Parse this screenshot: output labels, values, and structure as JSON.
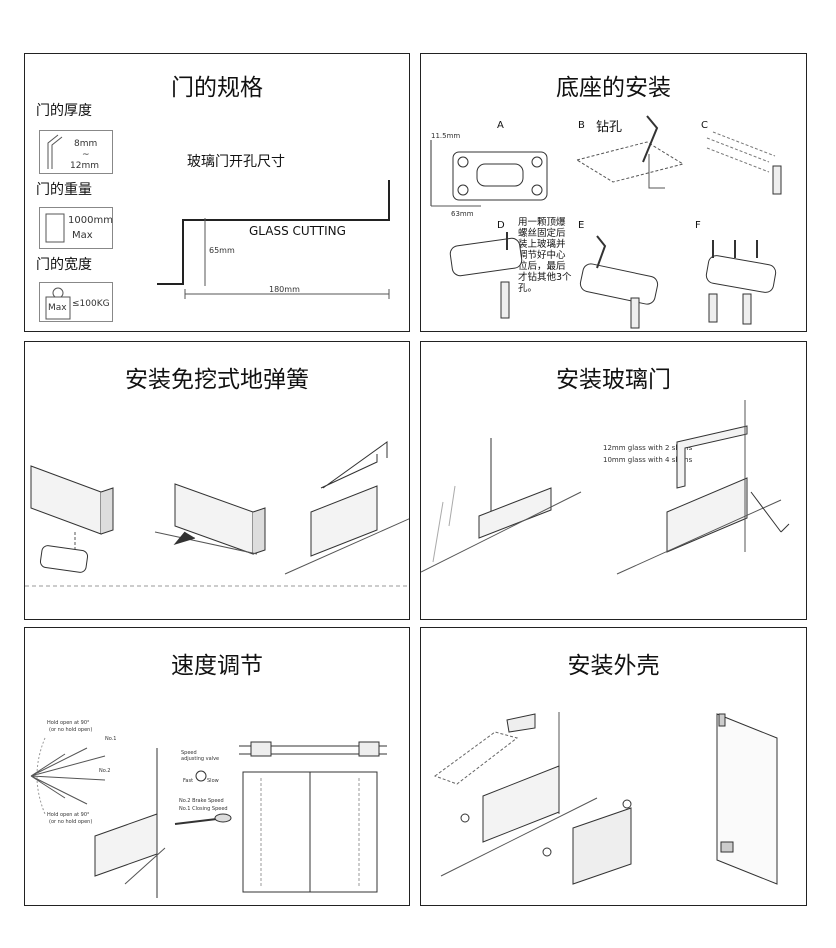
{
  "panels": [
    {
      "title": "门的规格"
    },
    {
      "title": "底座的安装"
    },
    {
      "title": "安装免挖式地弹簧"
    },
    {
      "title": "安装玻璃门"
    },
    {
      "title": "速度调节"
    },
    {
      "title": "安装外壳"
    }
  ],
  "spec": {
    "thickness_label": "门的厚度",
    "thickness_top": "8mm",
    "thickness_sep": "~",
    "thickness_bottom": "12mm",
    "weight_label": "门的重量",
    "weight_value": "1000mm",
    "weight_max": "Max",
    "width_label": "门的宽度",
    "width_max": "Max",
    "width_value": "≤100KG",
    "hole_label": "玻璃门开孔尺寸",
    "glass_cutting": "GLASS CUTTING",
    "dim_height": "65mm",
    "dim_width": "180mm"
  },
  "base": {
    "step_a": "A",
    "step_b": "B",
    "drill_label": "钻孔",
    "step_c": "C",
    "step_d": "D",
    "step_e": "E",
    "step_f": "F",
    "dim_a1": "11.5mm",
    "dim_a2": "63mm",
    "note_lines": [
      "用一颗顶爆",
      "螺丝固定后",
      "装上玻璃并",
      "调节好中心",
      "位后，最后",
      "才钻其他3个",
      "孔。"
    ]
  },
  "glass": {
    "shim_note_1": "12mm glass with 2 shims",
    "shim_note_2": "10mm glass with 4 shims"
  },
  "speed": {
    "hold_open_1": "Hold open at 90°",
    "hold_open_1b": "(or no hold open)",
    "hold_open_2": "Hold open at 90°",
    "hold_open_2b": "(or no hold open)",
    "valve_label": "Speed adjusting valve",
    "fast": "Fast",
    "slow": "Slow",
    "brake_speed": "No.2 Brake Speed",
    "closing_speed": "No.1 Closing Speed",
    "no1": "No.1",
    "no2": "No.2"
  },
  "colors": {
    "border": "#222222",
    "line": "#333333",
    "metal": "#d9d9d9"
  }
}
